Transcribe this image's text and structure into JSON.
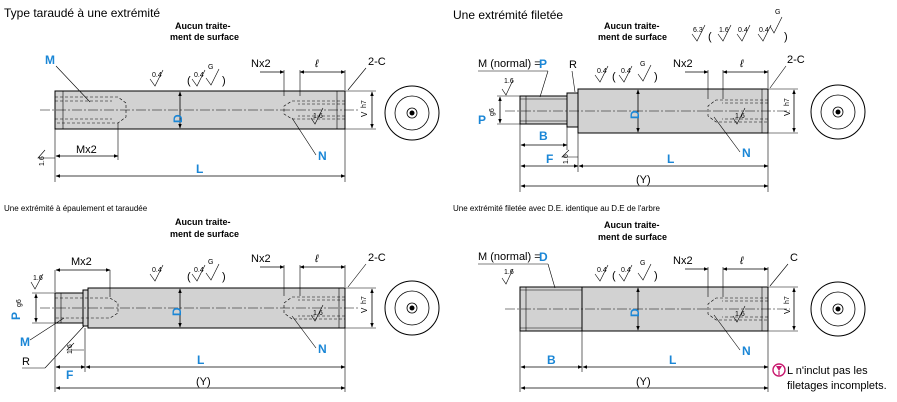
{
  "panels": {
    "p1": {
      "title": "Type taraudé à une extrémité",
      "treatment_l1": "Aucun traite-",
      "treatment_l2": "ment de surface",
      "M": "M",
      "Mx2": "Mx2",
      "D": "D",
      "L": "L",
      "N": "N",
      "Nx2": "Nx2",
      "ell": "ℓ",
      "chamfer": "2-C",
      "tol": "V",
      "rough_a": "0.4",
      "rough_b": "0.4",
      "rough_g": "G",
      "rough_c": "1.6",
      "rough_d": "1.6"
    },
    "p2": {
      "title": "Une extrémité filetée",
      "treatment_l1": "Aucun traite-",
      "treatment_l2": "ment de surface",
      "M_normal": "M (normal) =",
      "P": "P",
      "R": "R",
      "B": "B",
      "F": "F",
      "Pg": "g6",
      "D": "D",
      "L": "L",
      "N": "N",
      "Y": "(Y)",
      "Nx2": "Nx2",
      "ell": "ℓ",
      "chamfer": "2-C",
      "sym_63": "6.3",
      "sym_16": "1.6",
      "sym_04a": "0.4",
      "sym_04b": "0.4",
      "sym_G": "G",
      "rough_a": "0.4",
      "rough_b": "0.4",
      "rough_g": "G",
      "rough_c": "1.6",
      "rough_d": "1.6",
      "rough_e": "1.6"
    },
    "p3": {
      "title": "Une extrémité à épaulement et taraudée",
      "treatment_l1": "Aucun traite-",
      "treatment_l2": "ment de surface",
      "M": "M",
      "Mx2": "Mx2",
      "R": "R",
      "F": "F",
      "P": "P",
      "Pg": "g6",
      "D": "D",
      "L": "L",
      "N": "N",
      "Y": "(Y)",
      "Nx2": "Nx2",
      "ell": "ℓ",
      "chamfer": "2-C",
      "rough_a": "0.4",
      "rough_b": "0.4",
      "rough_g": "G",
      "rough_c": "1.6",
      "rough_d": "1.6"
    },
    "p4": {
      "title": "Une extrémité filetée avec D.E. identique au D.E de l'arbre",
      "treatment_l1": "Aucun traite-",
      "treatment_l2": "ment de surface",
      "M_normal": "M (normal) =",
      "Dsym": "D",
      "B": "B",
      "D": "D",
      "L": "L",
      "N": "N",
      "Y": "(Y)",
      "Nx2": "Nx2",
      "ell": "ℓ",
      "chamfer": "C",
      "rough_a": "0.4",
      "rough_b": "0.4",
      "rough_g": "G",
      "rough_c": "1.6"
    }
  },
  "note": {
    "line1": "L n'inclut pas les",
    "line2": "filetages incomplets."
  },
  "colors": {
    "accent": "#1a86d6",
    "shaft": "#d2d2d2",
    "note_icon": "#c8186e"
  }
}
